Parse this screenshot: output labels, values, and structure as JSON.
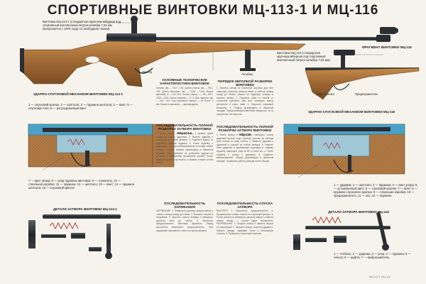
{
  "title": "СПОРТИВНЫЕ ВИНТОВКИ МЦ-113-1 И МЦ-116",
  "labels": {
    "rifle_113": "Винтовка МЦ-113-1 (стандартная крупнокалиберная под спортивный винтовочный патрон калибра 7,62 мм (выпускается с 1975 года) со свободным ложем)",
    "rifle_116": "Винтовка МЦ-116 (стандартная крупнокалиберная под спортивный винтовочный патрон калибра 7,62 мм)",
    "fragment_116": "ФРАГМЕНТ ВИНТОВКИ МЦ-116",
    "mech_113": "УДАРНО-СПУСКОВОЙ МЕХАНИЗМ ВИНТОВКИ МЦ-113-1",
    "mech_116": "УДАРНО-СПУСКОВОЙ МЕХАНИЗМ ВИНТОВКИ МЦ-116",
    "bolt_113": "ДЕТАЛИ ЗАТВОРА ВИНТОВКИ МЦ-113-1",
    "bolt_116": "ДЕТАЛИ ЗАТВОРА ВИНТОВКИ МЦ-116",
    "tth": "ОСНОВНЫЕ ТЕХНИЧЕСКИЕ ХАРАКТЕРИСТИКИ ВИНТОВОК",
    "disasm": "ПОРЯДОК НЕПОЛНОЙ РАЗБОРКИ ВИНТОВКИ",
    "seq_113": "ПОСЛЕДОВАТЕЛЬНОСТЬ ПОЛНОЙ РАЗБОРКИ ЗАТВОРА ВИНТОВКИ МЦ-113-1",
    "seq_116": "ПОСЛЕДОВАТЕЛЬНОСТЬ ПОЛНОЙ РАЗБОРКИ ЗАТВОРА ВИНТОВКИ МЦ-116",
    "charge": "ПОСЛЕДОВАТЕЛЬНОСТЬ ЗАРЯЖАНИЯ",
    "shot": "ПОСЛЕДОВАТЕЛЬНОСТЬ СПУСКА ЗАТВОРА",
    "sight": "Диоптр",
    "sling": "Антабка",
    "flag": "Предохранитель",
    "stopper": "Упор стрелка",
    "mech113_legend": "1 — спусковой крючок; 2 — шептало; 3 — пружина шептала; 4 — винт; 5 — спусковая тяга; 6 — регулировочный винт",
    "mech113_legend2": "7 — винт упора; 8 — упор пружины винтовки; 9 — толкатель; 10 — ствольная коробка; 11 — пружина; 12 — шептало; 13 — винт; 14 — пружина шептала; 15 — спусковой крючок",
    "mech116_legend": "1 — ударник; 2 — шептало; 3 — пружина; 4 — винт упора; 5 — установочный винт; 6 — спусковой крючок; 7 — винт; 8 — пружина спускового крючка; 9 — ствольная коробка; 10 — предохранитель; 11 — ось; 12 — пружина",
    "bolt113_legend": "1 — выбрасыватель; 2 — ударник; 3 — пружина ударника; 4 — муфта; 5 — курок; 6 — стебель; 7 — гильза ударника; 8 — рукоятка; 9 — ось; 10 — фиксатор",
    "bolt116_legend": "1 — стебель; 2 — ударник; 3 — упор; 4 — пружина; 5 — гильза; 6 — муфта; 7 — выбрасыватель",
    "footer": "МЦ-113-1, МЦ-116"
  },
  "columns": {
    "tth": "Калибр, мм — 7,62 / 7,62. Длина ствола, мм — 750 / 750. Длина винтовки, мм — 1245 / 1245. Масса винтовки, кг — 6,5 / 6,5. Усилие спуска, г — 50—100 / 1000—1500. Число нарезов — 4 / 4. Шаг нарезов, мм — 240 / 240. Ход спускового крючка — не более 3 мм. Емкость магазина — однозарядная.",
    "disasm": "1. Извлечь затвор из ствольной коробки, для чего повернуть рукоятку затвора вверх и отвести затвор назад до отказа, нажать на задержку затвора и извлечь затвор. 2. Отделить ложе от ствола со ствольной коробкой, для чего отвернуть винты крепления и снять ложе. 3. Отделить спусковой механизм. 4. Сборку производить в обратном порядке. Перед разборкой винтовки убедиться, что в патроннике нет патрона.",
    "seq113": "1. Взять затвор в левую руку, а правой рукой отвернуть гильзу ударника. 2. Вынуть ударник с пружиной из стебля затвора. 3. Отделить муфту от ударника, сжимая пружину. 4. Снять пружину с ударника. 5. Вынуть выбрасыватель из гнезда стебля затвора. Сборку затвора производить в обратном порядке. При разборке не допускать ударов по деталям и применения чрезмерных усилий. После разборки детали протереть и смазать тонким слоем масла.",
    "seq116": "1. Взять затвор в левую руку, повернуть гильзу ударника против хода часовой стрелки до выхода зуба гильзы из паза стебля. 2. Вывести ударник с пружиной и гильзой из стебля затвора. 3. Упереть боек ударника в деревянную подставку и, сжимая пружину, повернуть упор на 90° и снять его. 4. Снять пружину и гильзу с ударника. 5. Отделить выбрасыватель. Сборку производить в обратном порядке. Проверить работу затвора после сборки.",
    "charge": "ЗАРЯЖАНИЕ. 1. Повернуть рукоятку затвора вверх и отвести затвор назад до отказа. 2. Вложить патрон в патронник. 3. Дослать затвор вперёд и повернуть рукоятку вниз до отказа. 4. Включить предохранитель. Винтовка заряжена. Перед выстрелом выключить предохранитель. При заряжании направлять ствол в сторону мишени.",
    "shot": "ВЫСТРЕЛ. 1. Выключить предохранитель. 2. Прицелиться, плавно нажать на спусковой крючок. 3. После выстрела повернуть рукоятку вверх и отвести затвор назад — гильза будет выброшена. РАЗРЯЖАНИЕ. 1. Открыть затвор и извлечь патрон из патронника. 2. Закрыть затвор, спустить ударник с боевого взвода, направив ствол в безопасную сторону. 3. Проверить отсутствие патрона."
  },
  "colors": {
    "wood": "#a06a32",
    "metal": "#2b2f33",
    "blue": "#4aa3c7",
    "spring": "#b2332f",
    "paper": "#f5f3ec"
  }
}
